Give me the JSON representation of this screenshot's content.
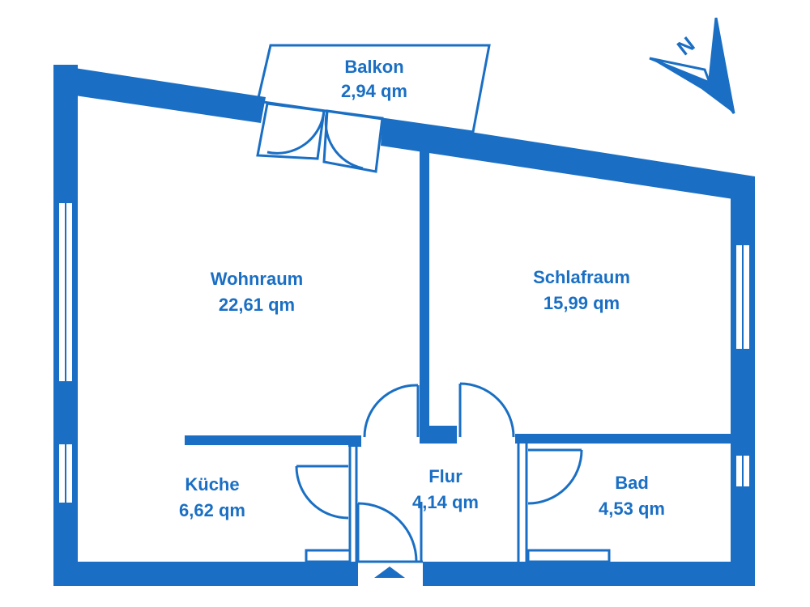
{
  "colors": {
    "accent": "#1a6fc4",
    "background": "#ffffff"
  },
  "compass": {
    "letter": "N",
    "icon": "north-arrow-icon"
  },
  "rooms": {
    "balkon": {
      "name": "Balkon",
      "area": "2,94 qm"
    },
    "wohnraum": {
      "name": "Wohnraum",
      "area": "22,61 qm"
    },
    "schlafraum": {
      "name": "Schlafraum",
      "area": "15,99 qm"
    },
    "kueche": {
      "name": "Küche",
      "area": "6,62 qm"
    },
    "flur": {
      "name": "Flur",
      "area": "4,14 qm"
    },
    "bad": {
      "name": "Bad",
      "area": "4,53 qm"
    }
  },
  "entrance": {
    "icon": "entrance-arrow-icon"
  }
}
